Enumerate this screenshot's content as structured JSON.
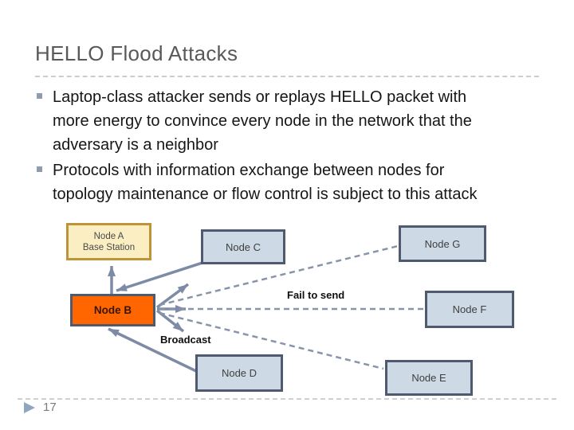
{
  "slide": {
    "title": "HELLO Flood Attacks",
    "bullets": [
      "Laptop-class attacker sends or replays HELLO packet with more energy to convince every node in the network that the adversary is a neighbor",
      "Protocols with information exchange between nodes for topology maintenance or flow control is subject to this attack"
    ],
    "page_number": "17"
  },
  "diagram": {
    "nodes": {
      "a": {
        "label": "Node A",
        "sublabel": "Base Station"
      },
      "b": {
        "label": "Node B"
      },
      "c": {
        "label": "Node C"
      },
      "d": {
        "label": "Node D"
      },
      "e": {
        "label": "Node E"
      },
      "f": {
        "label": "Node F"
      },
      "g": {
        "label": "Node G"
      }
    },
    "annotations": {
      "fail_to_send": "Fail to send",
      "broadcast": "Broadcast"
    },
    "icons": {
      "bullet": "square-bullet",
      "footer": "right-pointing-triangle"
    },
    "colors": {
      "arrow_solid": "#7D8BA6",
      "arrow_dashed": "#8894AA",
      "node_fill": "#CDD9E4",
      "node_border": "#4E5A6E",
      "base_station_fill": "#FBEEC2",
      "base_station_border": "#BE9439",
      "attacker_fill": "#FF6600",
      "title_text": "#595959"
    }
  }
}
